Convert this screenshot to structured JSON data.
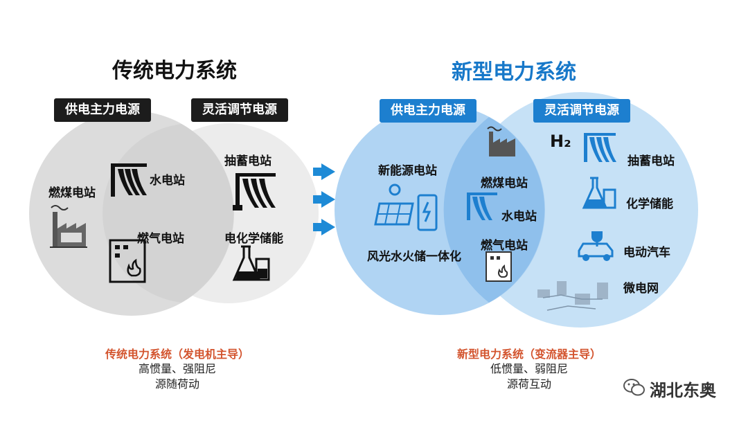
{
  "traditional": {
    "title": "传统电力系统",
    "tag_main": "供电主力电源",
    "tag_flex": "灵活调节电源",
    "main_items": [
      "燃煤电站",
      "水电站",
      "燃气电站"
    ],
    "flex_items": [
      "抽蓄电站",
      "电化学储能"
    ],
    "caption_head": "传统电力系统（发电机主导）",
    "caption_lines": [
      "高惯量、强阻尼",
      "源随荷动"
    ]
  },
  "new": {
    "title": "新型电力系统",
    "tag_main": "供电主力电源",
    "tag_flex": "灵活调节电源",
    "main_items": [
      "新能源电站",
      "风光水火储一体化"
    ],
    "overlap_items": [
      "燃煤电站",
      "水电站",
      "燃气电站"
    ],
    "flex_items": [
      "抽蓄电站",
      "化学储能",
      "电动汽车",
      "微电网"
    ],
    "h2_label": "H₂",
    "caption_head": "新型电力系统（变流器主导）",
    "caption_lines": [
      "低惯量、弱阻尼",
      "源荷互动"
    ]
  },
  "watermark": "湖北东奥",
  "colors": {
    "accent_blue": "#1d7fcf",
    "title_blue": "#1778c9",
    "caption_red": "#d3542e",
    "dark_tag": "#1c1c1c"
  }
}
